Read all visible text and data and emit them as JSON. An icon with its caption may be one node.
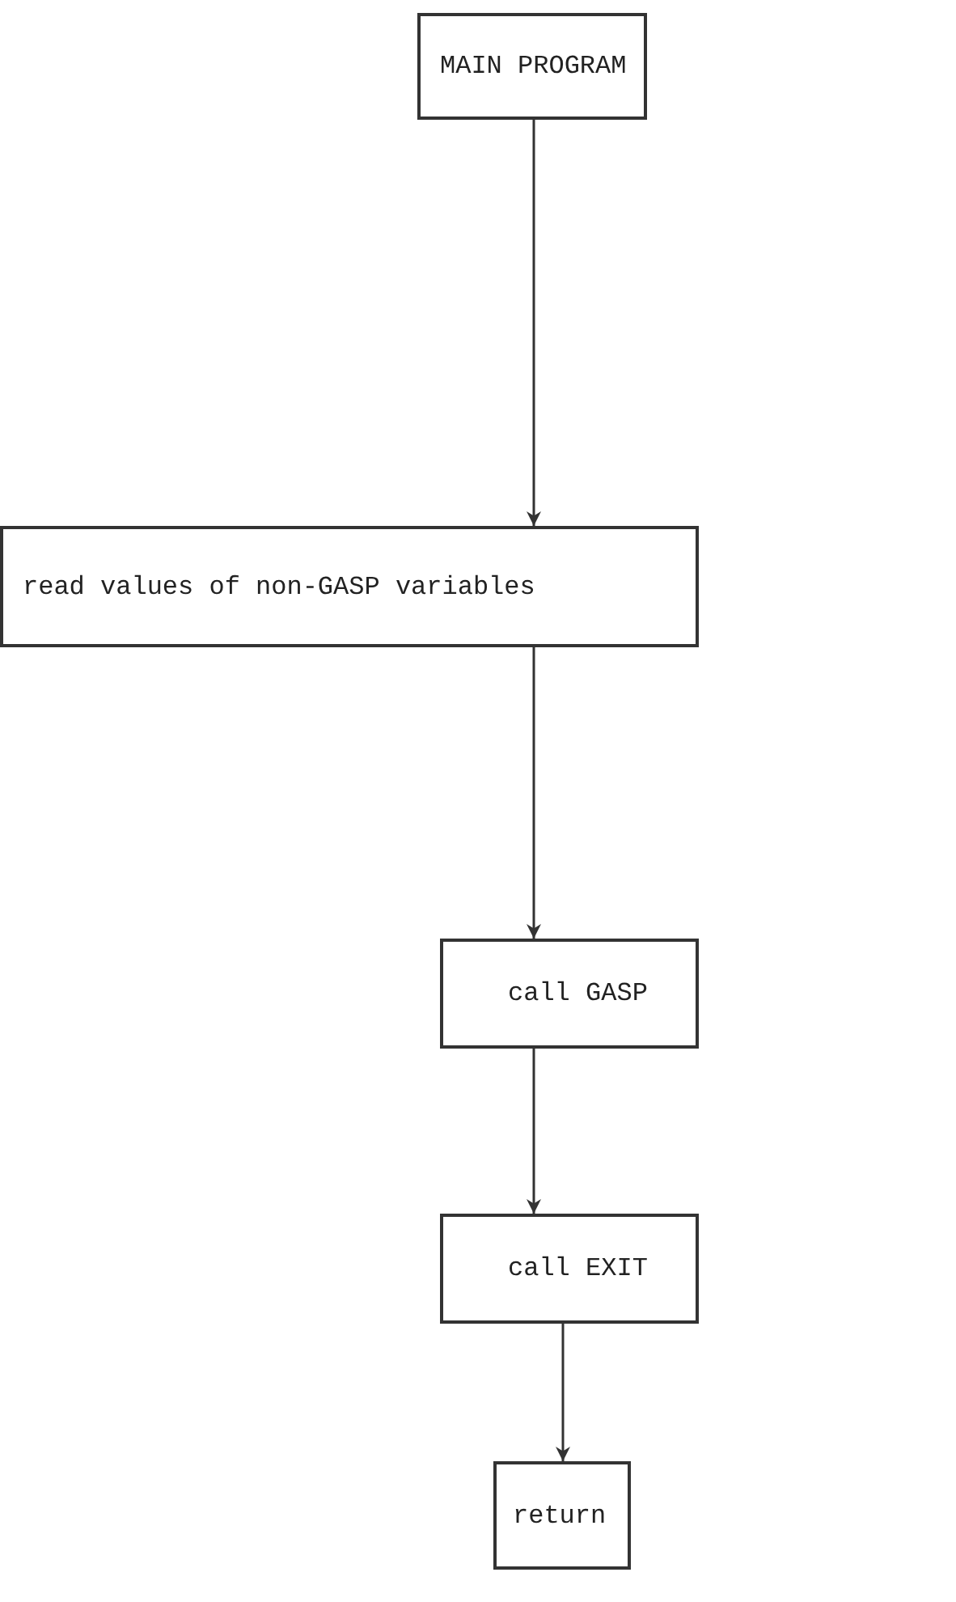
{
  "diagram": {
    "nodes": [
      {
        "text": [
          "MAIN PROGRAM"
        ]
      },
      {
        "text": [
          "read values of non-GASP variables"
        ]
      },
      {
        "text": [
          "call GASP"
        ]
      },
      {
        "text": [
          "call EXIT"
        ]
      },
      {
        "text": [
          "return"
        ]
      }
    ],
    "edges": [
      {
        "from": 0,
        "to": 1,
        "arrow": "to"
      },
      {
        "from": 1,
        "to": 2,
        "arrow": "to"
      },
      {
        "from": 2,
        "to": 3,
        "arrow": "to"
      },
      {
        "from": 3,
        "to": 4,
        "arrow": "to"
      }
    ]
  }
}
